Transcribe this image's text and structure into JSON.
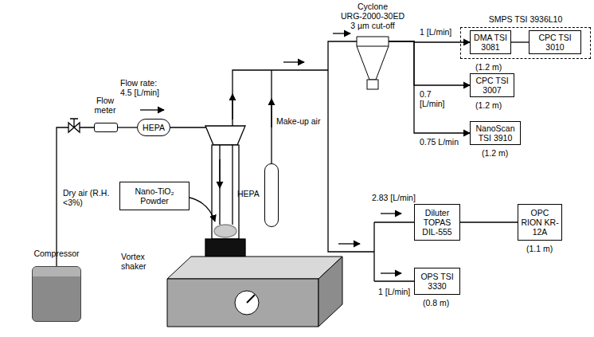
{
  "diagram": {
    "nodes": [
      {
        "text": [
          "Compressor"
        ]
      },
      {
        "text": [
          "Flow meter"
        ]
      },
      {
        "text": [
          "HEPA"
        ]
      },
      {
        "text": [
          "Nano-TiO₂ Powder"
        ]
      },
      {
        "text": [
          "Vortex shaker"
        ]
      },
      {
        "text": [
          "HEPA"
        ]
      },
      {
        "text": [
          "Cyclone",
          "URG-2000-30ED 3 µm cut-off"
        ]
      },
      {
        "text": [
          "SMPS TSI 3936L10"
        ]
      },
      {
        "text": [
          "DMA TSI 3081"
        ],
        "in": 7
      },
      {
        "text": [
          "CPC TSI 3010"
        ],
        "in": 7
      },
      {
        "text": [
          "CPC TSI 3007"
        ]
      },
      {
        "text": [
          "NanoScan TSI 3910"
        ]
      },
      {
        "text": [
          "Diluter TOPAS DIL-555"
        ]
      },
      {
        "text": [
          "OPC RION KR-12A"
        ]
      },
      {
        "text": [
          "OPS TSI 3330"
        ]
      }
    ],
    "edges": [
      {
        "from": 0,
        "to": 1,
        "arrow": "none"
      },
      {
        "from": 1,
        "to": 2,
        "arrow": "none"
      },
      {
        "from": 6,
        "to": 8,
        "label": "1 [L/min]",
        "arrow": "to"
      },
      {
        "from": 6,
        "to": 10,
        "label": "0.7 [L/min]",
        "arrow": "to"
      },
      {
        "from": 6,
        "to": 11,
        "label": "0.75 L/min",
        "arrow": "to"
      },
      {
        "from": 8,
        "to": 9,
        "arrow": "none"
      },
      {
        "from": 12,
        "to": 13,
        "arrow": "none"
      }
    ],
    "labels": [
      "Dry air (R.H. <3%)",
      "Flow rate: 4.5 [L/min]",
      "Make-up air",
      "(1.2 m)",
      "(1.2 m)",
      "(1.2 m)",
      "2.83 [L/min]",
      "1 [L/min]",
      "(1.1 m)",
      "(0.8 m)"
    ]
  }
}
